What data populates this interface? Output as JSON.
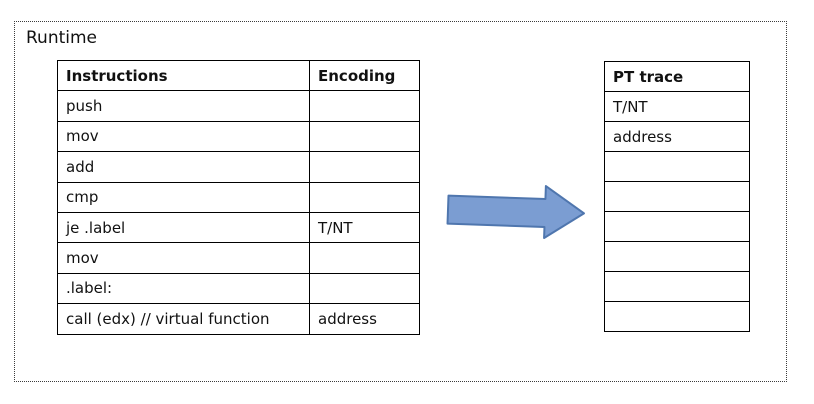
{
  "diagram": {
    "title": "Runtime"
  },
  "left_table": {
    "headers": [
      "Instructions",
      "Encoding"
    ],
    "rows": [
      {
        "instruction": "push",
        "encoding": ""
      },
      {
        "instruction": "mov",
        "encoding": ""
      },
      {
        "instruction": "add",
        "encoding": ""
      },
      {
        "instruction": "cmp",
        "encoding": ""
      },
      {
        "instruction": "je .label",
        "encoding": "T/NT"
      },
      {
        "instruction": "mov",
        "encoding": ""
      },
      {
        "instruction": ".label:",
        "encoding": ""
      },
      {
        "instruction": "call (edx) // virtual function",
        "encoding": "address"
      }
    ]
  },
  "right_table": {
    "header": "PT trace",
    "rows": [
      "T/NT",
      "address",
      "",
      "",
      "",
      "",
      "",
      ""
    ]
  },
  "arrow": {
    "icon": "right-arrow-icon",
    "fill": "#7B9DD2",
    "stroke": "#4F76AE"
  }
}
